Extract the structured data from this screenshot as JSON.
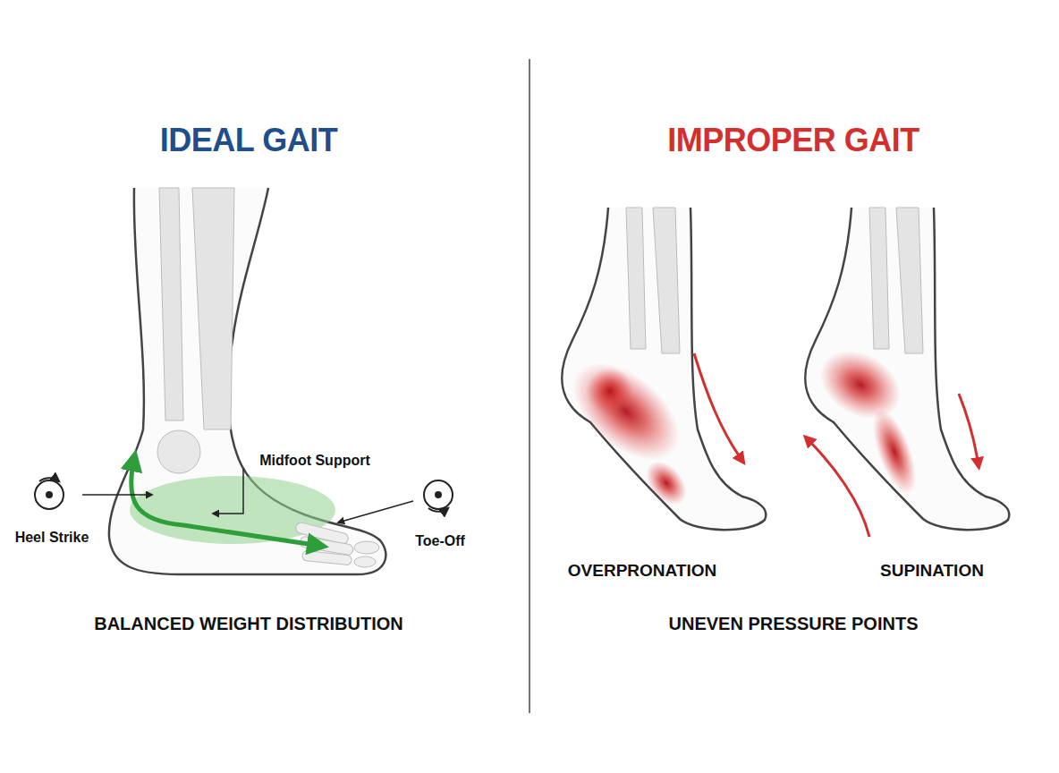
{
  "diagram": {
    "labels": [
      "IDEAL GAIT",
      "IMPROPER GAIT",
      "Midfoot Support",
      "Heel Strike",
      "Toe-Off",
      "BALANCED WEIGHT DISTRIBUTION",
      "OVERPRONATION",
      "SUPINATION",
      "UNEVEN PRESSURE POINTS"
    ]
  }
}
